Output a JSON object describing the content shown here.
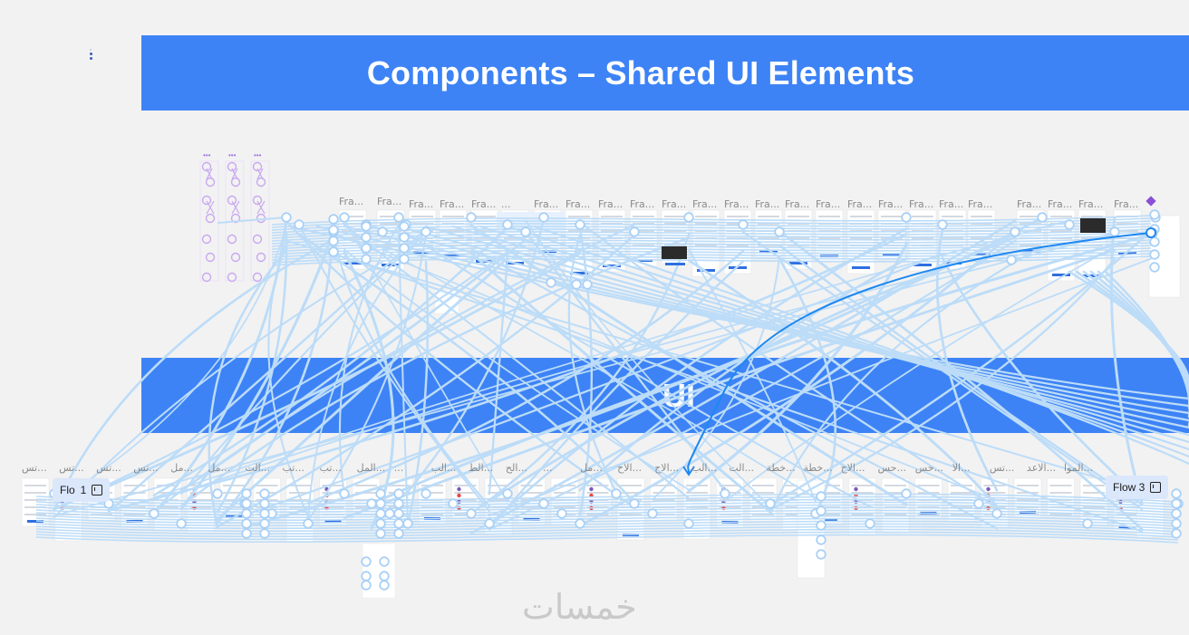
{
  "canvas": {
    "banner_top_title": "Components – Shared UI Elements",
    "banner_mid_title": "UI",
    "flow_left_label": "Flo",
    "flow_left_number": "1",
    "flow_right_label": "Flow 3",
    "watermark": "خمسات"
  },
  "frame_labels_top": [
    "Fra...",
    "Fra...",
    "Fra...",
    "Fra...",
    "Fra...",
    "...",
    "Fra...",
    "Fra...",
    "Fra...",
    "Fra...",
    "Fra...",
    "Fra...",
    "Fra...",
    "Fra...",
    "Fra...",
    "Fra...",
    "Fra...",
    "Fra...",
    "Fra...",
    "Fra...",
    "Fra...",
    "Fra...",
    "Fra...",
    "Fra...",
    "Fra..."
  ],
  "frame_labels_bottom": [
    "تس...",
    "تس...",
    "تس...",
    "تس...",
    "مل...",
    "مل...",
    "الت...",
    "تب...",
    "تب...",
    "المل...",
    "...",
    "الب...",
    "الط...",
    "الح...",
    "...",
    "مل...",
    "الاح...",
    "الاح...",
    "الب...",
    "الت...",
    "خطة...",
    "خطة...",
    "الاح...",
    "حس...",
    "حس...",
    "الا...",
    "تس...",
    "الاعد...",
    "الموا..."
  ],
  "colors": {
    "banner": "#3d83f6",
    "connector": "#bcdcf8",
    "connector_active": "#1e88f0",
    "node_outline": "#c9a8f0",
    "canvas_bg": "#f2f2f2"
  },
  "icons": {
    "menu": "kebab-menu-icon",
    "component": "component-diamond-icon",
    "flow": "flow-start-icon"
  }
}
